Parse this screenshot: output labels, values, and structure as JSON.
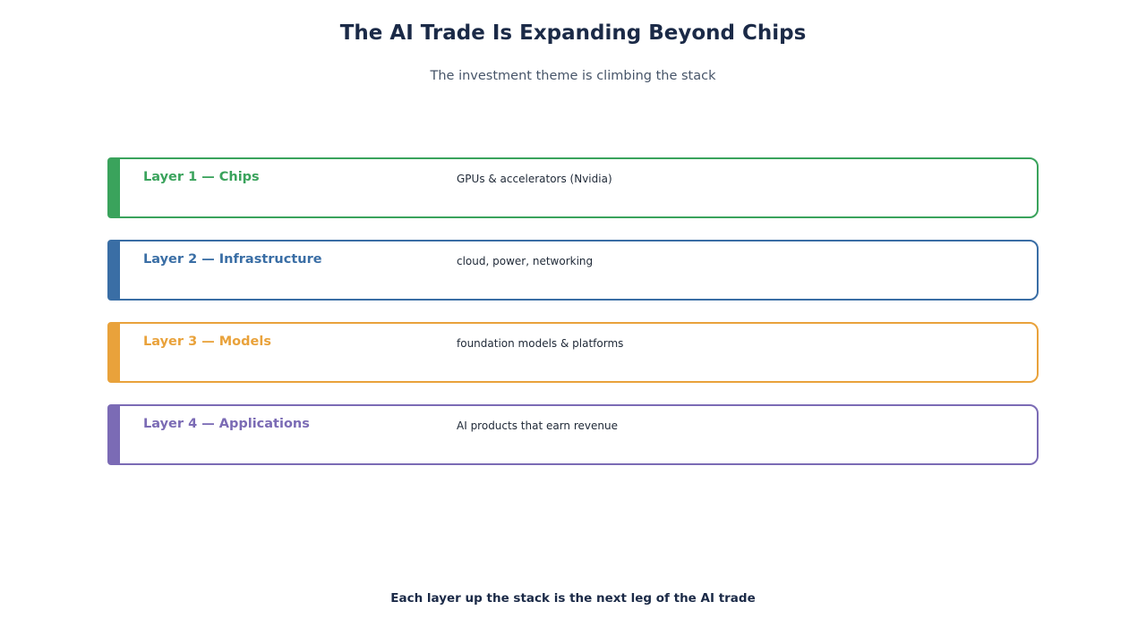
{
  "header": {
    "title": "The AI Trade Is Expanding Beyond Chips",
    "subtitle": "The investment theme is climbing the stack"
  },
  "layers": [
    {
      "label": "Layer 1 — Chips",
      "description": "GPUs & accelerators (Nvidia)",
      "color": "#3aa35c"
    },
    {
      "label": "Layer 2 — Infrastructure",
      "description": "cloud, power, networking",
      "color": "#3a6ea5"
    },
    {
      "label": "Layer 3 — Models",
      "description": "foundation models & platforms",
      "color": "#e9a23b"
    },
    {
      "label": "Layer 4 — Applications",
      "description": "AI products that earn revenue",
      "color": "#7b6bb5"
    }
  ],
  "footer": {
    "text": "Each layer up the stack is the next leg of the AI trade"
  }
}
